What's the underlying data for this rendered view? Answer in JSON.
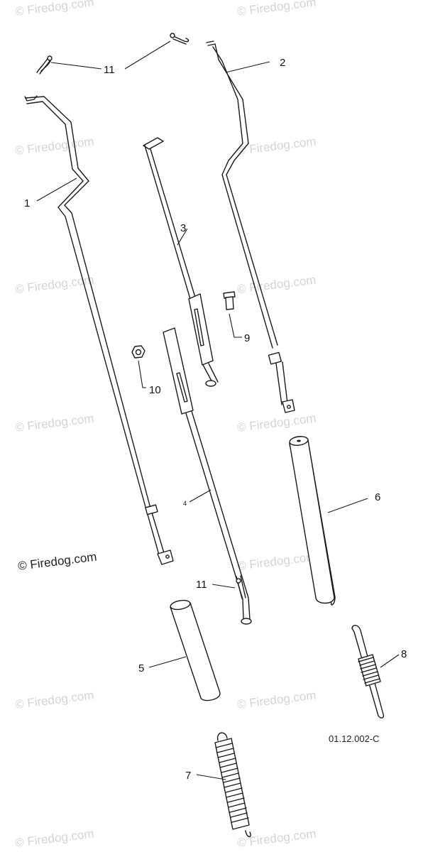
{
  "watermark": "© Firedog.com",
  "copyright": "© Firedog.com",
  "drawing_number": "01.12.002-C",
  "callouts": {
    "c1": "1",
    "c2": "2",
    "c3": "3",
    "c4": "4",
    "c5": "5",
    "c6": "6",
    "c7": "7",
    "c8": "8",
    "c9": "9",
    "c10": "10",
    "c11_top": "11",
    "c11_mid": "11"
  }
}
